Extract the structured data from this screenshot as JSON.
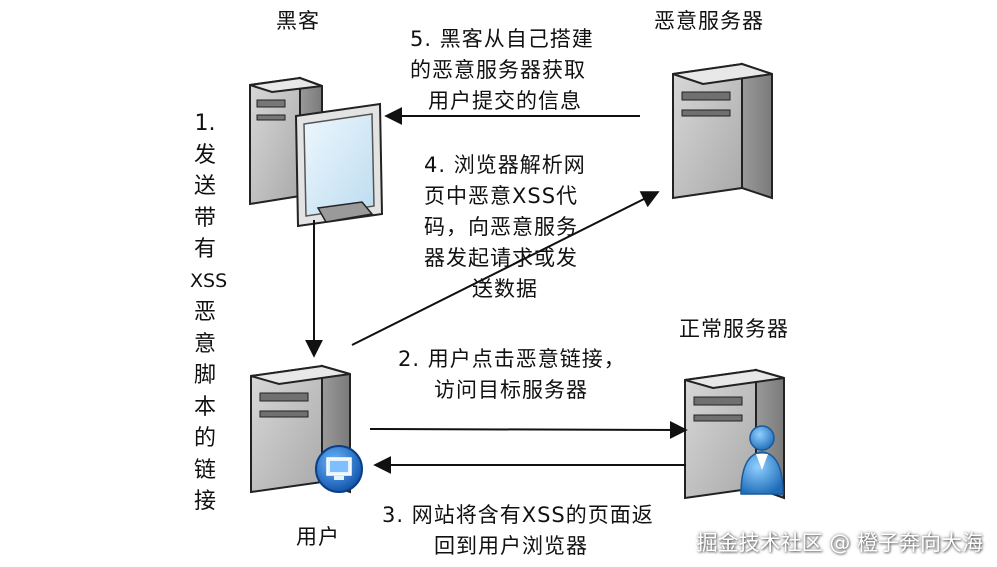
{
  "actors": {
    "hacker": "黑客",
    "malicious_server": "恶意服务器",
    "normal_server": "正常服务器",
    "user": "用户"
  },
  "steps": {
    "step1": [
      "1.",
      "发",
      "送",
      "带",
      "有",
      "XSS",
      "恶",
      "意",
      "脚",
      "本",
      "的",
      "链",
      "接"
    ],
    "step2": [
      "2. 用户点击恶意链接，",
      "访问目标服务器"
    ],
    "step3": [
      "3. 网站将含有XSS的页面返",
      "回到用户浏览器"
    ],
    "step4": [
      "4. 浏览器解析网",
      "页中恶意XSS代",
      "码，向恶意服务",
      "器发起请求或发",
      "送数据"
    ],
    "step5": [
      "5. 黑客从自己搭建",
      "的恶意服务器获取",
      "用户提交的信息"
    ]
  },
  "watermark": "掘金技术社区 @ 橙子奔向大海",
  "colors": {
    "server_light": "#e6e6e6",
    "server_mid": "#b8b8b8",
    "server_dark": "#8a8a8a",
    "screen_blue": "#d6ecf8",
    "person_blue": "#3a8fd4",
    "arrow": "#111111"
  }
}
